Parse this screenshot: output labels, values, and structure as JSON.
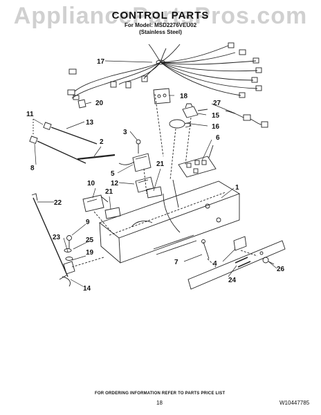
{
  "watermark": "AppliancePartsPros.com",
  "header": {
    "title": "CONTROL PARTS",
    "model_line": "For Model: MSD2276VEU02",
    "finish_line": "(Stainless Steel)"
  },
  "callouts": {
    "c1": "1",
    "c2": "2",
    "c3": "3",
    "c4": "4",
    "c5": "5",
    "c6": "6",
    "c7": "7",
    "c8": "8",
    "c9": "9",
    "c10": "10",
    "c11": "11",
    "c12": "12",
    "c13": "13",
    "c14": "14",
    "c15": "15",
    "c16": "16",
    "c17": "17",
    "c18": "18",
    "c19": "19",
    "c20": "20",
    "c21a": "21",
    "c21b": "21",
    "c22": "22",
    "c23": "23",
    "c24": "24",
    "c25": "25",
    "c26": "26",
    "c27": "27"
  },
  "footer": {
    "ordering_note": "FOR ORDERING INFORMATION REFER TO PARTS PRICE LIST",
    "page_number": "18",
    "document_number": "W10447785"
  }
}
